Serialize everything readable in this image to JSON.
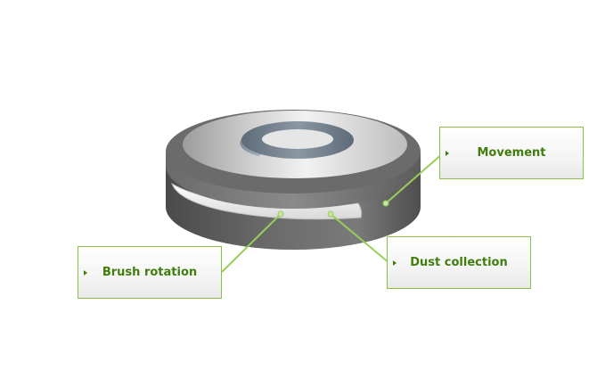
{
  "callouts": {
    "movement": {
      "label": "Movement"
    },
    "dust_collection": {
      "label": "Dust collection"
    },
    "brush_rotation": {
      "label": "Brush rotation"
    }
  },
  "colors": {
    "accent_green": "#3f7d0c",
    "leader_green": "#8cbf4a",
    "body_dark": "#5a5a5a",
    "top_light": "#d8d8d8",
    "ring_blue_gray": "#6f7c89"
  }
}
